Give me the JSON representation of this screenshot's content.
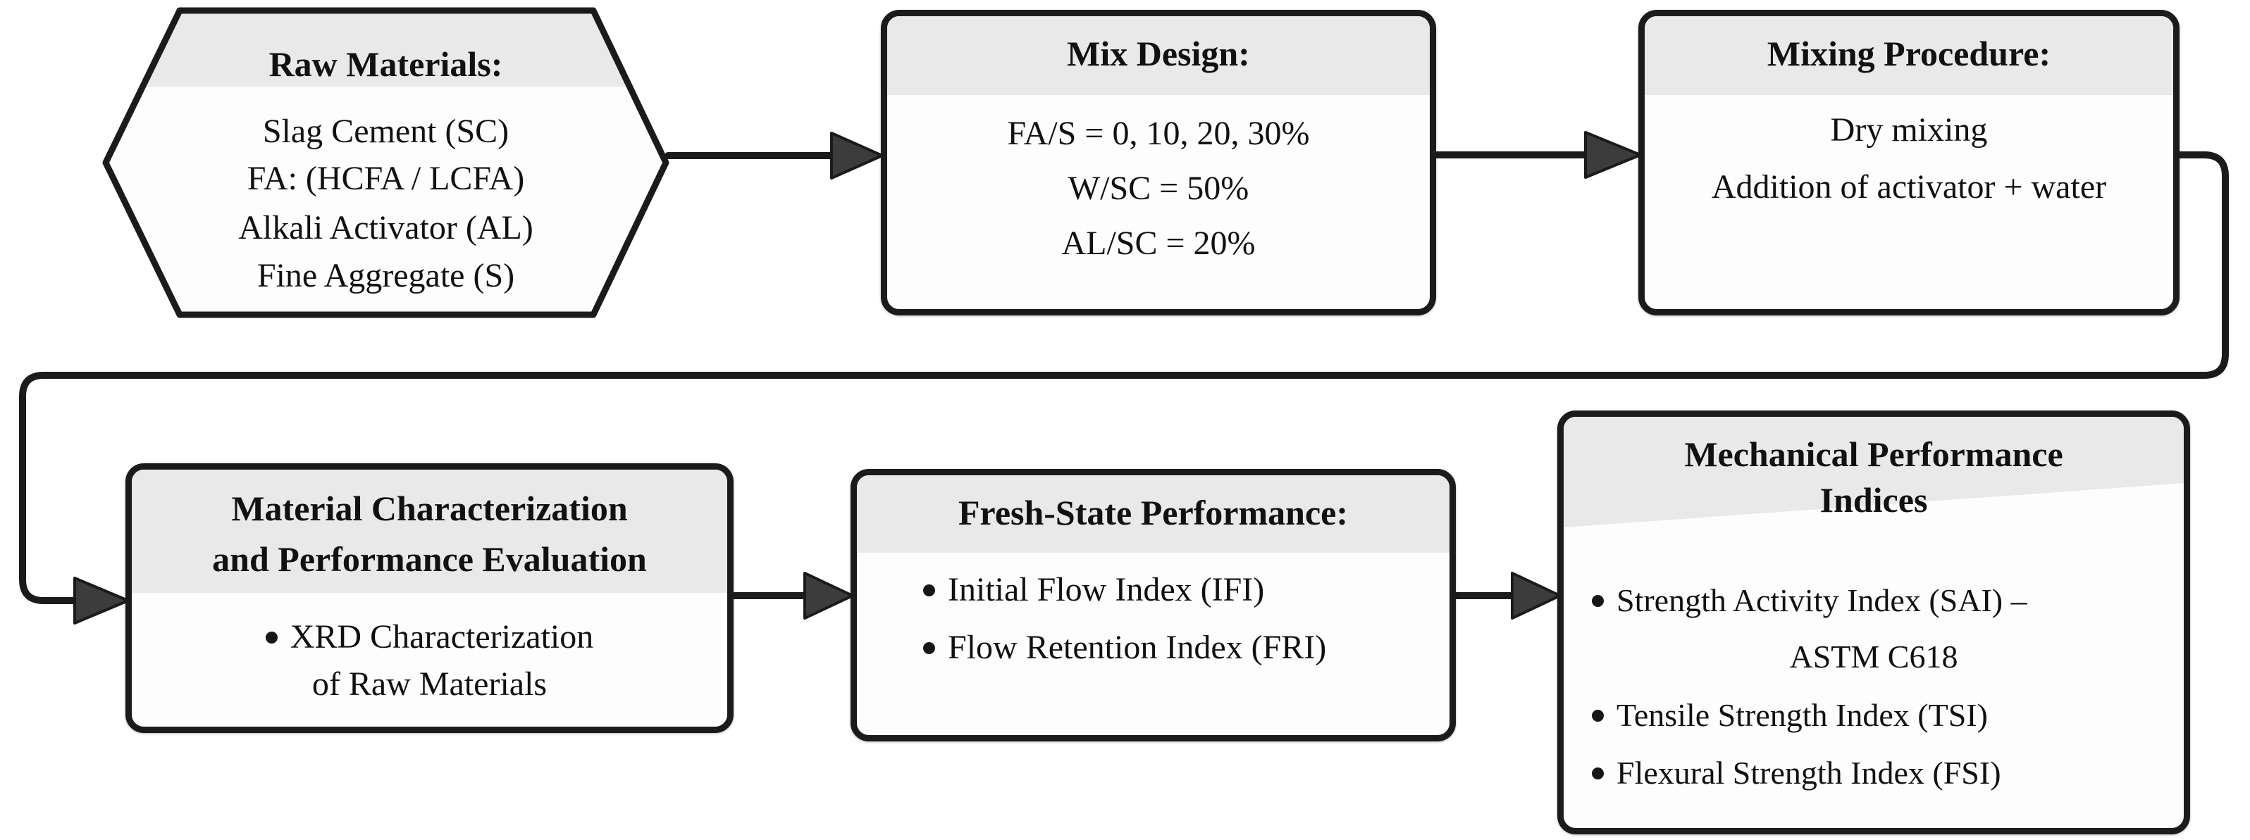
{
  "colors": {
    "background": "#ffffff",
    "box_fill": "#fdfdfd",
    "band_fill": "#e9e9e9",
    "border": "#1b1b1b",
    "text": "#111111",
    "arrowhead": "#3c3c3c"
  },
  "boxes": {
    "raw_materials": {
      "shape": "hexagon",
      "title": "Raw Materials:",
      "lines": [
        "Slag Cement (SC)",
        "FA: (HCFA / LCFA)",
        "Alkali Activator (AL)",
        "Fine Aggregate (S)"
      ]
    },
    "mix_design": {
      "title": "Mix Design:",
      "lines": [
        "FA/S = 0, 10, 20, 30%",
        "W/SC = 50%",
        "AL/SC = 20%"
      ]
    },
    "mixing_procedure": {
      "title": "Mixing Procedure:",
      "lines": [
        "Dry mixing",
        "Addition of activator + water"
      ]
    },
    "material_characterization": {
      "title_lines": [
        "Material Characterization",
        "and Performance Evaluation"
      ],
      "bullets": [
        "XRD Characterization"
      ],
      "bullet_continuations": [
        "of Raw Materials"
      ]
    },
    "fresh_state": {
      "title": "Fresh-State Performance:",
      "bullets": [
        "Initial Flow Index (IFI)",
        "Flow Retention Index (FRI)"
      ]
    },
    "mechanical_indices": {
      "title_lines": [
        "Mechanical Performance",
        "Indices"
      ],
      "bullet1": "Strength Activity Index (SAI) –",
      "bullet1_continuation": "ASTM C618",
      "bullet2": "Tensile Strength Index (TSI)",
      "bullet3": "Flexural Strength Index (FSI)"
    }
  }
}
